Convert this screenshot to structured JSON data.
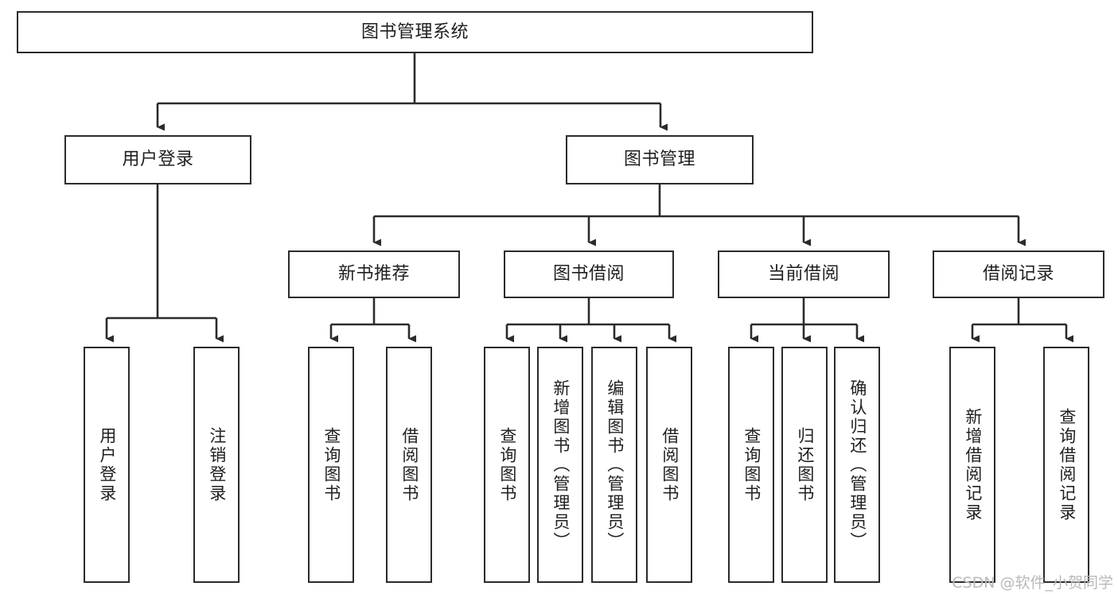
{
  "diagram": {
    "type": "tree-hierarchy-chart",
    "title": "图书管理系统",
    "watermark": "CSDN @软件_小贺同学",
    "colors": {
      "stroke": "#2b2b2b",
      "fill": "#ffffff",
      "text": "#1f1f1f",
      "watermark": "#b9b9b9"
    },
    "nodes": {
      "root": {
        "label": "图书管理系统"
      },
      "level2": [
        {
          "label": "用户登录"
        },
        {
          "label": "图书管理"
        }
      ],
      "level3": [
        {
          "label": "新书推荐"
        },
        {
          "label": "图书借阅"
        },
        {
          "label": "当前借阅"
        },
        {
          "label": "借阅记录"
        }
      ],
      "leaves": {
        "user_login": [
          {
            "label": "用户登录"
          },
          {
            "label": "注销登录"
          }
        ],
        "new_book_recommend": [
          {
            "label": "查询图书"
          },
          {
            "label": "借阅图书"
          }
        ],
        "book_borrow": [
          {
            "label": "查询图书"
          },
          {
            "label": "新增图书（管理员）"
          },
          {
            "label": "编辑图书（管理员）"
          },
          {
            "label": "借阅图书"
          }
        ],
        "current_borrow": [
          {
            "label": "查询图书"
          },
          {
            "label": "归还图书"
          },
          {
            "label": "确认归还（管理员）"
          }
        ],
        "borrow_record": [
          {
            "label": "新增借阅记录"
          },
          {
            "label": "查询借阅记录"
          }
        ]
      }
    }
  }
}
